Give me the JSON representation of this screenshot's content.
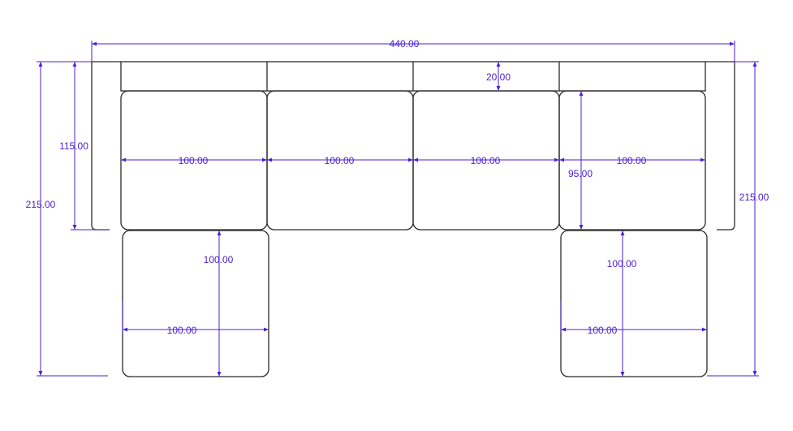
{
  "dimensions": {
    "overall_width": "440.00",
    "back_height": "20.00",
    "arm_depth": "115.00",
    "overall_depth_left": "215.00",
    "overall_depth_right": "215.00",
    "seat_width_1": "100.00",
    "seat_width_2": "100.00",
    "seat_width_3": "100.00",
    "seat_width_4": "100.00",
    "seat_depth": "95.00",
    "chaise_left_length": "100.00",
    "chaise_left_width": "100.00",
    "chaise_right_length": "100.00",
    "chaise_right_width": "100.00"
  },
  "colors": {
    "outline": "#2b2b2b",
    "dimension": "#4b1fd6",
    "background": "#ffffff"
  }
}
